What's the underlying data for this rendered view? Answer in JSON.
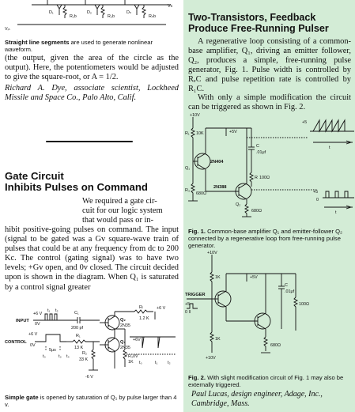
{
  "left": {
    "top_diagram": {
      "labels": {
        "d1": "D₁",
        "d2": "D₂",
        "dn": "Dₙ",
        "r1b": "R₁b",
        "r2b": "R₂b",
        "rnb": "Rₙb",
        "vin": "Vᵢₙ",
        "vc": "Vc"
      }
    },
    "top_caption_bold": "Straight line segments",
    "top_caption_rest": " are used to generate nonlinear waveform.",
    "top_para": "(the output, given the area of the circle as the output). Here, the potentiometers would be adjusted to give the square-root, or A = 1/2.",
    "top_credit": "Richard A. Dye, associate scientist, Lockheed Missile and Space Co., Palo Alto, Calif.",
    "gate": {
      "title_line1": "Gate Circuit",
      "title_line2": "Inhibits Pulses on Command",
      "intro_lines": [
        "We required a gate cir-",
        "cuit for our logic system",
        "that would pass or in-"
      ],
      "body": "hibit positive-going pulses on command. The input (signal to be gated was a Gv square-wave train of pulses that could be at any frequency from dc to 200 Kc. The control (gating signal) was to have two levels; +Gv open, and 0v closed. The circuit decided upon is shown in the diagram. When Q₁ is saturated by a control signal greater",
      "diagram": {
        "input": "INPUT",
        "control": "CONTROL",
        "v6_in": "+6 V",
        "v0_in": "0V",
        "v6_ctl": "+6 V",
        "v0_ctl": "0V",
        "t1": "t₁",
        "t2": "t₂",
        "t0": "t₀",
        "t3": "t₃",
        "t4": "t₄",
        "tau": "5μs",
        "c1": "C₁",
        "c1v": "200 pf",
        "r1": "R₁",
        "r1v": "13 K",
        "r2": "R₂",
        "r2v": "33 K",
        "r3": "R₃",
        "r3v": "1K",
        "rl": "Rₗ",
        "rlv": "1.2 K",
        "q1": "Q₁",
        "q2": "Q₂",
        "q1t": "2N35",
        "q2t": "2N35",
        "vm6": "-6 V",
        "vp6": "+6 V",
        "out6": "+6V",
        "out0": "0V",
        "t0b": "t₀",
        "t1b": "t₁",
        "t2b": "t₂"
      },
      "caption_bold": "Simple gate",
      "caption_rest": " is opened by saturation of Q₁ by pulse larger than 4 v."
    }
  },
  "right": {
    "title_line1": "Two-Transistors, Feedback",
    "title_line2": "Produce Free-Running Pulser",
    "para1": "A regenerative loop consisting of a common-base amplifier, Q₁, driving an emitter follower, Q₂, produces a simple, free-running pulse generator, Fig. 1. Pulse width is controlled by RₑC and pulse repetition rate is controlled by R₁C.",
    "para2": "With only a simple modification the circuit can be triggered as shown in Fig. 2.",
    "fig1": {
      "v10": "+10V",
      "r1": "R₁",
      "r1v": "10K",
      "v5": "+5V",
      "q1t": "2N404",
      "q2t": "2N388",
      "q1": "Q₁",
      "q2": "Q₂",
      "c": "C",
      "cv": ".01μf",
      "re": "R",
      "rev": "100Ω",
      "r3": "R₃",
      "r3v": "680Ω",
      "r680": "680Ω",
      "wave_v": "+5",
      "wave_t": "t",
      "pulse_v": "+5",
      "pulse_0": "0",
      "pulse_t": "t"
    },
    "fig1_caption_bold": "Fig. 1.",
    "fig1_caption_rest": " Common-base amplifier Q₁ and emitter-follower Q₂ connected by a regenerative loop from free-running pulse generator.",
    "fig2": {
      "v10": "+10V",
      "r1k": "1K",
      "v5": "+5V",
      "c": "C",
      "cv": ".01μf",
      "trigger": "TRIGGER",
      "t5": "+5",
      "t0": "0",
      "r1k2": "1K",
      "r100": "100Ω",
      "r680": "680Ω",
      "v10b": "+10V"
    },
    "fig2_caption_bold": "Fig. 2.",
    "fig2_caption_rest": " With slight modification circuit of Fig. 1 may also be externally triggered.",
    "credit_line1": "Paul Lucas, design engineer, Adage, Inc.,",
    "credit_line2": "Cambridge, Mass."
  }
}
